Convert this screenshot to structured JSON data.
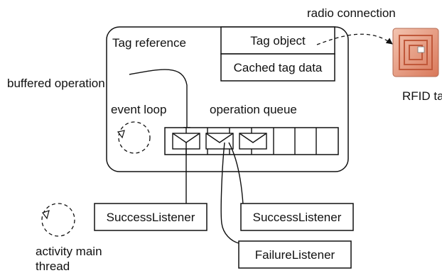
{
  "labels": {
    "radio_connection": "radio connection",
    "tag_reference": "Tag reference",
    "tag_object": "Tag object",
    "cached_tag_data": "Cached tag data",
    "buffered_operation": "buffered operation",
    "event_loop": "event loop",
    "operation_queue": "operation queue",
    "rfid_tag": "RFID tag",
    "success_listener_left": "SuccessListener",
    "success_listener_right": "SuccessListener",
    "failure_listener": "FailureListener",
    "activity_main_thread_line1": "activity main",
    "activity_main_thread_line2": "thread"
  },
  "queue": {
    "slots": 8,
    "filled_slots": 3
  },
  "icons": [
    "envelope-icon",
    "rfid-tag-icon",
    "circular-arrow-icon"
  ],
  "colors": {
    "rfid_tag_bg": "#e8a58c",
    "rfid_tag_coil": "#c0583a"
  }
}
